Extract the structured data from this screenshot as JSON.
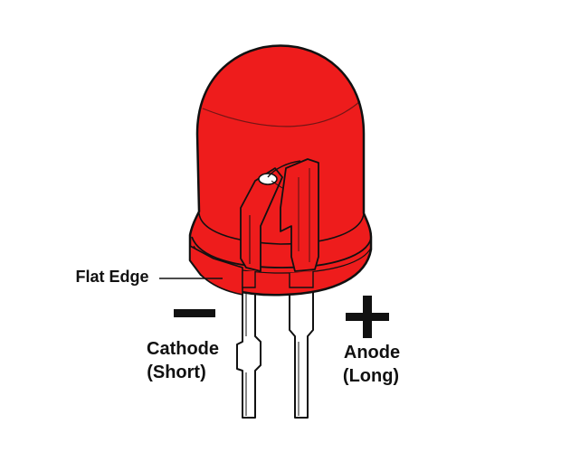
{
  "diagram": {
    "flat_edge_label": "Flat Edge",
    "cathode": {
      "sign": "−",
      "name": "Cathode",
      "lead": "(Short)"
    },
    "anode": {
      "sign": "+",
      "name": "Anode",
      "lead": "(Long)"
    }
  },
  "colors": {
    "led_body": "#ee1c1c",
    "outline": "#111111",
    "background": "#ffffff"
  }
}
